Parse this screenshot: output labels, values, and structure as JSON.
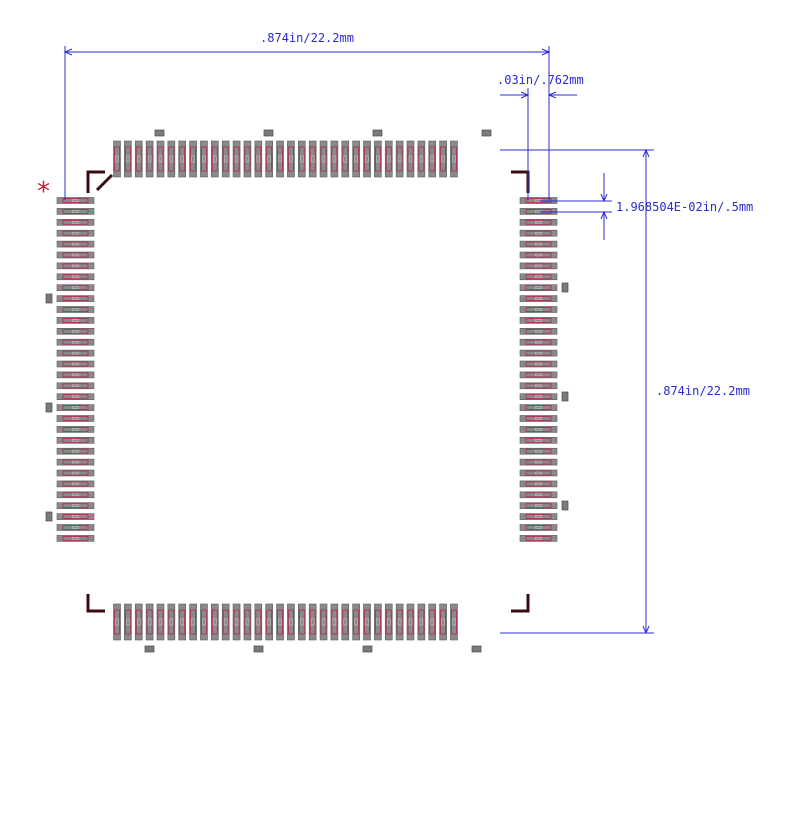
{
  "drawing": {
    "package": "TQFP-128 footprint",
    "pins_per_side": 32,
    "dimensions": {
      "width_label": ".874in/22.2mm",
      "height_label": ".874in/22.2mm",
      "pad_width_label": ".03in/.762mm",
      "pitch_label": "1.968504E-02in/.5mm"
    },
    "pin1_marker": "*",
    "colors": {
      "dimension": "#2b2bd6",
      "pad_fill": "#8a8a8a",
      "pad_stroke": "#5a5a5a",
      "pad_outline": "#b02a4a",
      "silkscreen": "#3a0c12",
      "marker": "#c0203a"
    }
  }
}
